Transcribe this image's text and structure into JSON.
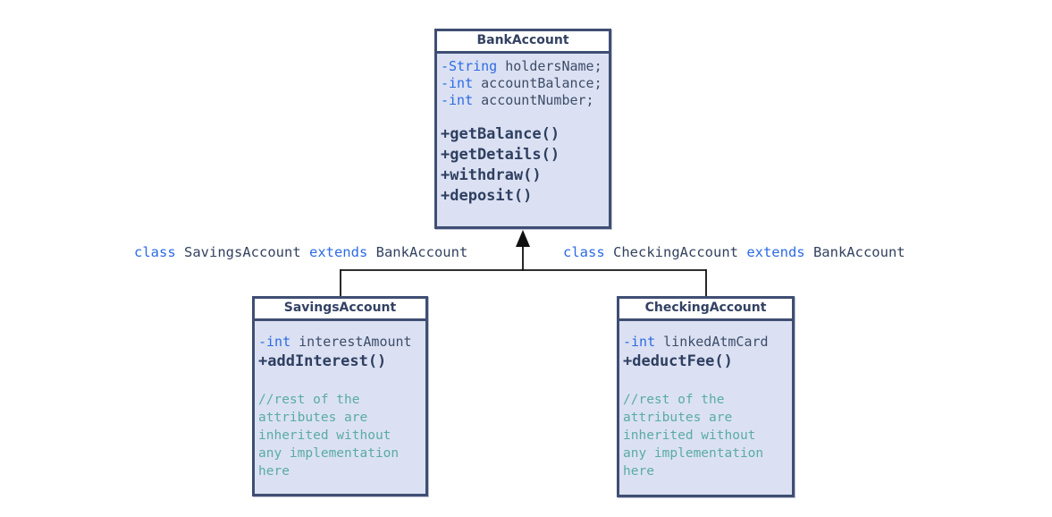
{
  "diagram": {
    "type": "uml-class-inheritance",
    "colors": {
      "box_border": "#3f4e73",
      "box_body_bg": "#dbe1f3",
      "box_header_bg": "#ffffff",
      "header_text": "#334263",
      "code_text": "#3d4c68",
      "method_text": "#2f3f60",
      "keyword_blue": "#2d6be4",
      "comment_teal": "#5aaba4",
      "connector_line": "#111111"
    },
    "classes": [
      {
        "name": "BankAccount",
        "attributes": [
          {
            "kw": "-String",
            "text": " holdersName;"
          },
          {
            "kw": "-int",
            "text": " accountBalance;"
          },
          {
            "kw": "-int",
            "text": " accountNumber;"
          }
        ],
        "methods": [
          "+getBalance()",
          "+getDetails()",
          "+withdraw()",
          "+deposit()"
        ],
        "comment_lines": []
      },
      {
        "name": "SavingsAccount",
        "attributes": [
          {
            "kw": "-int",
            "text": " interestAmount"
          }
        ],
        "methods": [
          "+addInterest()"
        ],
        "comment_lines": [
          "//rest of the",
          "attributes are",
          "inherited without",
          "any implementation",
          "here"
        ]
      },
      {
        "name": "CheckingAccount",
        "attributes": [
          {
            "kw": "-int",
            "text": " linkedAtmCard"
          }
        ],
        "methods": [
          "+deductFee()"
        ],
        "comment_lines": [
          "//rest of the",
          "attributes are",
          "inherited without",
          "any implementation",
          "here"
        ]
      }
    ],
    "annotations": [
      {
        "kw1": "class ",
        "name": "SavingsAccount ",
        "kw2": "extends ",
        "base": "BankAccount"
      },
      {
        "kw1": "class ",
        "name": "CheckingAccount ",
        "kw2": "extends ",
        "base": "BankAccount"
      }
    ],
    "relationship": "inheritance-arrow-pointing-to-BankAccount"
  }
}
